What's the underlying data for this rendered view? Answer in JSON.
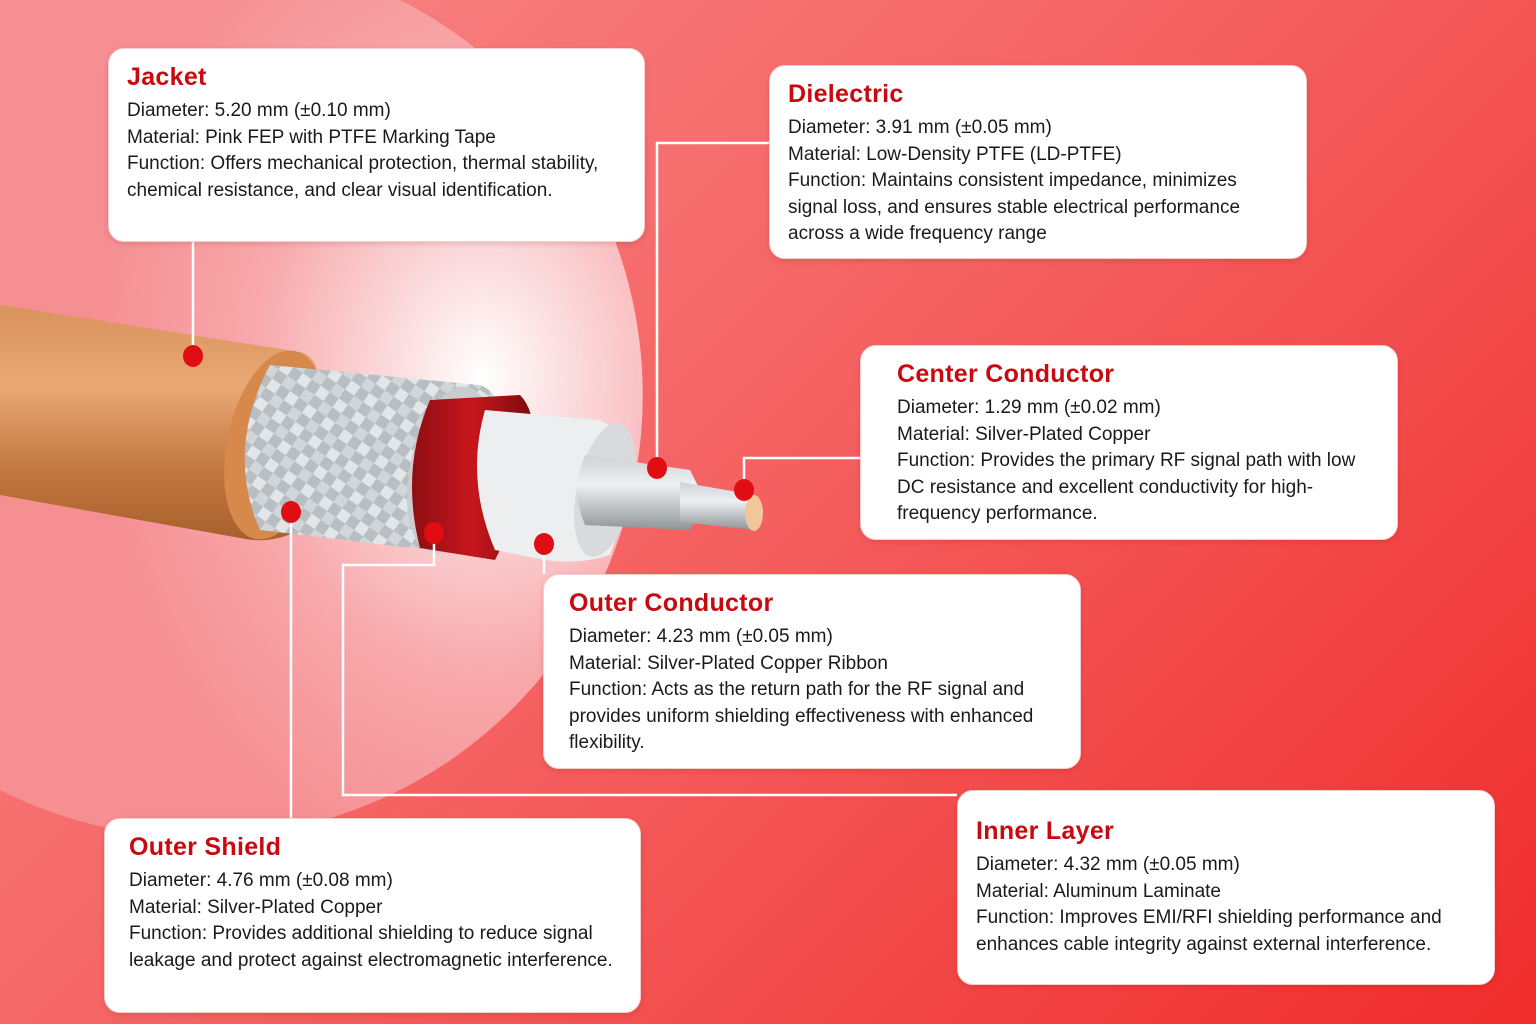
{
  "colors": {
    "title": "#c8090f",
    "dot": "#e00d12",
    "line": "#ffffff"
  },
  "cards": {
    "jacket": {
      "title": "Jacket",
      "diameter": "Diameter: 5.20 mm (±0.10 mm)",
      "material": "Material: Pink FEP with PTFE Marking Tape",
      "function": "Function: Offers mechanical protection, thermal stability, chemical resistance, and clear visual identification."
    },
    "dielectric": {
      "title": "Dielectric",
      "diameter": "Diameter: 3.91 mm (±0.05 mm)",
      "material": "Material: Low-Density PTFE (LD-PTFE)",
      "function": "Function: Maintains consistent impedance, minimizes signal loss, and ensures stable electrical performance across a wide frequency range"
    },
    "center": {
      "title": "Center Conductor",
      "diameter": "Diameter: 1.29 mm (±0.02 mm)",
      "material": "Material: Silver-Plated Copper",
      "function": "Function: Provides the primary RF signal path with low DC resistance and excellent conductivity for high-frequency performance."
    },
    "outer_conductor": {
      "title": "Outer Conductor",
      "diameter": "Diameter: 4.23 mm (±0.05 mm)",
      "material": "Material: Silver-Plated Copper Ribbon",
      "function": "Function: Acts as the return path for the RF signal and provides uniform shielding effectiveness with enhanced flexibility."
    },
    "inner_layer": {
      "title": "Inner Layer",
      "diameter": "Diameter: 4.32 mm (±0.05 mm)",
      "material": "Material: Aluminum Laminate",
      "function": "Function: Improves EMI/RFI shielding performance and enhances cable integrity against external interference."
    },
    "outer_shield": {
      "title": "Outer Shield",
      "diameter": "Diameter: 4.76 mm (±0.08 mm)",
      "material": "Material: Silver-Plated Copper",
      "function": "Function: Provides additional shielding to reduce signal leakage and protect against electromagnetic interference."
    }
  }
}
